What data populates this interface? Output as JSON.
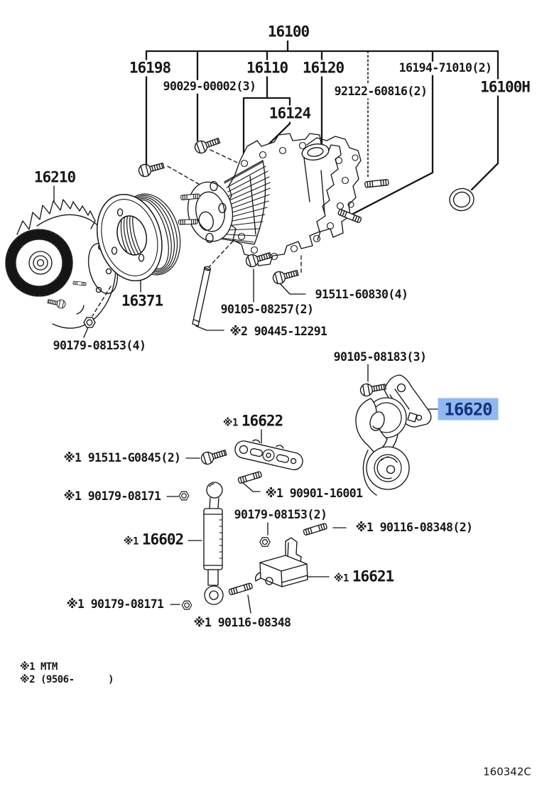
{
  "page": {
    "doc_code": "160342C"
  },
  "highlight": {
    "bg_color": "#8FB9F0",
    "text_color": "#15317E"
  },
  "tree": {
    "root": "16100",
    "n16198": "16198",
    "n16110": "16110",
    "n16120": "16120",
    "n16194": "16194-71010(2)",
    "n16100h": "16100H",
    "n90029": "90029-00002(3)",
    "n92122": "92122-60816(2)",
    "n16124": "16124"
  },
  "parts": {
    "p16210": "16210",
    "p16371": "16371",
    "p90179_08153_4": "90179-08153(4)",
    "p91511_60830": "91511-60830(4)",
    "p90105_08257": "90105-08257(2)",
    "p90445_12291": "※2 90445-12291",
    "p90105_08183": "90105-08183(3)",
    "p16620": "16620",
    "p16622_pfx": "※1",
    "p16622": "16622",
    "p91511_g0845": "※1 91511-G0845(2)",
    "p90179_08171_a": "※1 90179-08171",
    "p90901_16001": "※1 90901-16001",
    "p90179_08153_2": "90179-08153(2)",
    "p16602_pfx": "※1",
    "p16602": "16602",
    "p90116_08348_2": "※1 90116-08348(2)",
    "p16621_pfx": "※1",
    "p16621": "16621",
    "p90179_08171_b": "※1 90179-08171",
    "p90116_08348": "※1 90116-08348"
  },
  "footnotes": {
    "fn1": "※1 MTM",
    "fn2": "※2 (9506-      )"
  }
}
